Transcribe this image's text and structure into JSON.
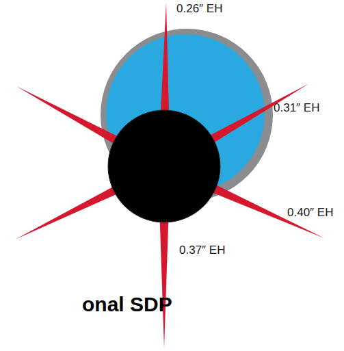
{
  "diagram": {
    "labels": [
      "0.26″ EH",
      "0.31″ EH",
      "0.40″ EH",
      "0.37″ EH",
      "onal SDP"
    ]
  }
}
